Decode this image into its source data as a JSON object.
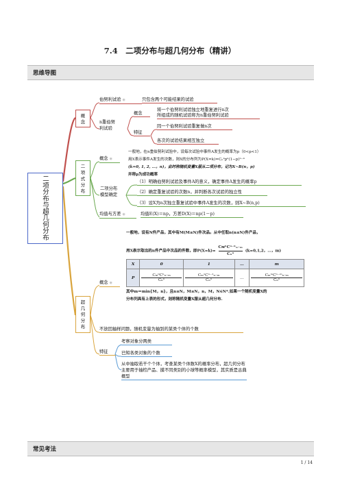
{
  "title": "7.4　二项分布与超几何分布（精讲）",
  "section1": "思维导图",
  "section2": "常见考法",
  "page_number": "1 / 14",
  "root": [
    "二",
    "项",
    "分",
    "布",
    "与",
    "超",
    "几",
    "何",
    "分",
    "布"
  ],
  "b1": {
    "label": [
      "概",
      "念"
    ],
    "bernoulli": {
      "name": "伯努利试验",
      "desc": "只包含两个可能结果的试验"
    },
    "nbern": {
      "name1": "n重伯努",
      "name2": "利试验"
    },
    "concept": {
      "name": "概念",
      "l1": "将一个伯努利试验独立地重复进行n次",
      "l2": "所组成的随机试验称为n重伯努利试验"
    },
    "feature": {
      "name": "特征",
      "f1": "同一个伯努利试验重复做n次",
      "f2": "各次的试验结果相互独立"
    }
  },
  "b2": {
    "label": [
      "二",
      "项",
      "式",
      "分",
      "布"
    ],
    "concept": "概念",
    "c1": "一般地，在n重伯努利试验中，设每次试验中事件A发生的概率为p（0<p<1）",
    "c2": "用X表示事件A发生的次数，则X的分布列为P(X=k)=Cₙᵏpᵏ(1−p)ⁿ⁻ᵏ",
    "c3": "(k=0, 1, 2, …，n)，此时称随机变量X服从二项分布，记为X~B(n，p)",
    "c4": "并称p为成功概率",
    "model": {
      "name1": "二项分布",
      "name2": "模型确定",
      "steps": [
        "（1）明确伯努利试验及事件A的意义，确定事件A发生的概率p",
        "（2）确定重复试验的次数n，并判断各次试验的独立性",
        "（3）设X为n次独立重复试验中事件A发生的次数，则X~B(n,p)"
      ]
    },
    "mv": {
      "name": "均值与方差",
      "desc": "均值E(X)＝np，方差D(X)＝np(1－p)"
    }
  },
  "b3": {
    "label": [
      "超",
      "几",
      "何",
      "分",
      "布"
    ],
    "concept": "概念",
    "c1": "一般地，设有N件产品，其中有M(M≤N)件次品。从中任取n(n≤N)件产品，",
    "c2": "用X表示取出的n件产品中次品的件数，即P(X=k)=",
    "frac_num": "CᴍᵏCⁿ⁻ᵏₙ₋ₘ",
    "frac_den": "Cₙⁿ",
    "c2b": "(k=0,1,2，…，m)",
    "table": {
      "header": [
        "X",
        "0",
        "1",
        "…",
        "m"
      ],
      "row_label": "P",
      "cells": [
        {
          "num": "Cₘ⁰Cⁿₙ₋ₘ",
          "den": "Cₙⁿ"
        },
        {
          "num": "Cₘ¹Cⁿ⁻¹ₙ₋ₘ",
          "den": "Cₙⁿ"
        },
        {
          "num": "…",
          "den": ""
        },
        {
          "num": "CₘᵐCⁿ⁻ᵐₙ₋ₘ",
          "den": "Cₙⁿ"
        }
      ]
    },
    "c3": "其中m＝min{M，n}，且n≤N，M≤N，n，M，N∈N*.如果一个随机变量X的",
    "c4": "分布列具有上表的形式，则称随机变量X服从超几何分布.",
    "nr": "不放回抽样问题，随机变量为抽到的某类个体的个数",
    "feature": {
      "name": "特征",
      "f1": "考察对象分两类",
      "f2": "已知各类对象的个数",
      "f3a": "从中抽取若干个个体，考查某类个体数X的概率分布，超几何分布",
      "f3b": "主要用于抽检产品、摸不同类别的小球等概率模型，其实质是古典",
      "f3c": "概型"
    }
  },
  "colors": {
    "red": "#c0504d",
    "green": "#6aa84f",
    "orange": "#d9a43c",
    "blue": "#5b9bd5",
    "root": "#4a66c8"
  }
}
